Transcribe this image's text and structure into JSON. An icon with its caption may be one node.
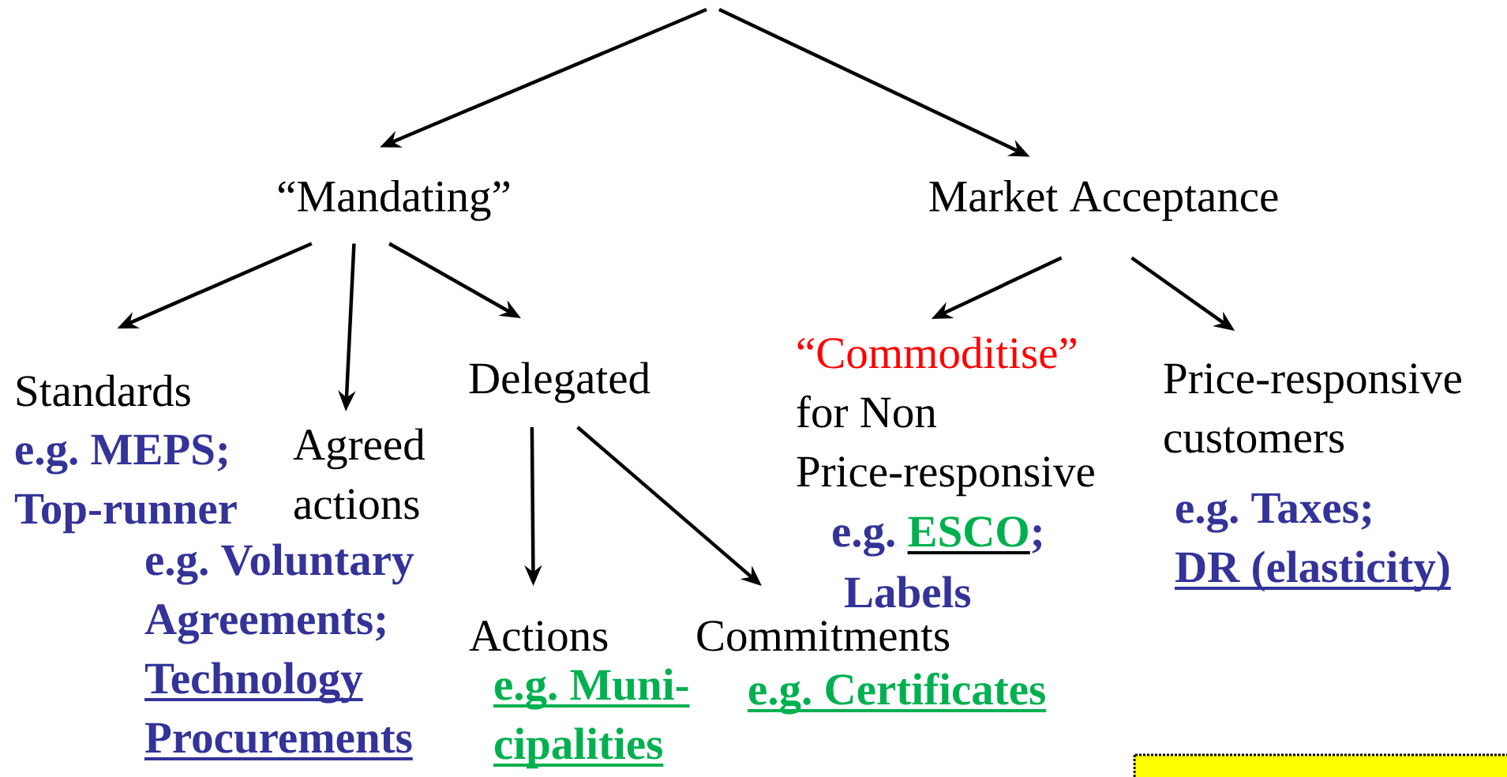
{
  "diagram": {
    "nodes": [
      {
        "text": [
          "“Mandating”"
        ]
      },
      {
        "text": [
          "Market Acceptance"
        ]
      },
      {
        "text": [
          "Standards",
          "e.g. MEPS; Top-runner"
        ]
      },
      {
        "text": [
          "Agreed actions",
          "e.g. Voluntary Agreements;",
          "Technology Procurements"
        ]
      },
      {
        "text": [
          "Delegated"
        ]
      },
      {
        "text": [
          "Actions",
          "e.g. Muni- cipalities"
        ]
      },
      {
        "text": [
          "Commitments",
          "e.g. Certificates"
        ]
      },
      {
        "text": [
          "“Commoditise”",
          "for Non Price-responsive",
          "e.g.",
          "ESCO",
          ";",
          "Labels"
        ]
      },
      {
        "text": [
          "Price-responsive customers",
          "e.g. Taxes;",
          "DR (elasticity)"
        ]
      }
    ],
    "edges": [
      {
        "from": null,
        "to": 0,
        "arrow": "to"
      },
      {
        "from": null,
        "to": 1,
        "arrow": "to"
      },
      {
        "from": 0,
        "to": 2,
        "arrow": "to"
      },
      {
        "from": 0,
        "to": 3,
        "arrow": "to"
      },
      {
        "from": 0,
        "to": 4,
        "arrow": "to"
      },
      {
        "from": 4,
        "to": 5,
        "arrow": "to"
      },
      {
        "from": 4,
        "to": 6,
        "arrow": "to"
      },
      {
        "from": 1,
        "to": 7,
        "arrow": "to"
      },
      {
        "from": 1,
        "to": 8,
        "arrow": "to"
      }
    ]
  }
}
